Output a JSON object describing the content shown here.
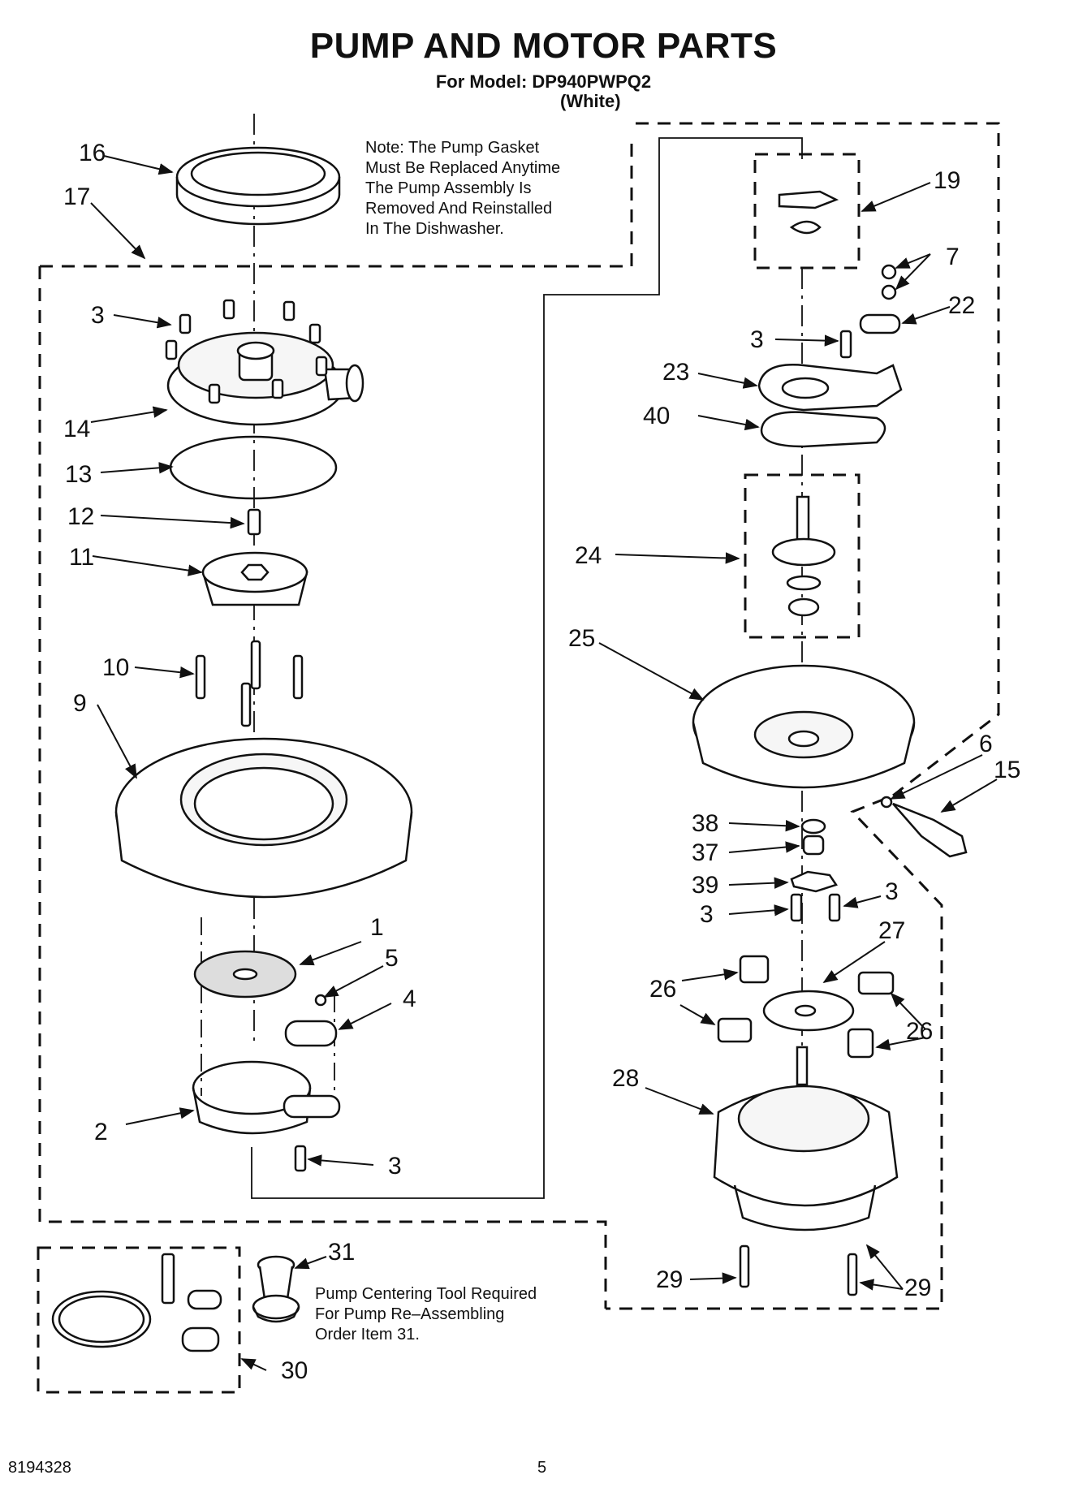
{
  "header": {
    "title": "PUMP AND MOTOR PARTS",
    "model_line": "For Model: DP940PWPQ2",
    "variant": "(White)"
  },
  "notes": {
    "gasket": [
      "Note: The Pump Gasket",
      "Must Be Replaced Anytime",
      "The Pump Assembly Is",
      "Removed And Reinstalled",
      "In The Dishwasher."
    ],
    "tool": [
      "Pump Centering Tool Required",
      "For Pump Re–Assembling",
      "Order Item 31."
    ]
  },
  "callouts": {
    "c16": "16",
    "c17": "17",
    "c3a": "3",
    "c14": "14",
    "c13": "13",
    "c12": "12",
    "c11": "11",
    "c10": "10",
    "c9": "9",
    "c1": "1",
    "c5": "5",
    "c4": "4",
    "c2": "2",
    "c3b": "3",
    "c19": "19",
    "c7": "7",
    "c22": "22",
    "c3c": "3",
    "c23": "23",
    "c40": "40",
    "c24": "24",
    "c25": "25",
    "c6": "6",
    "c15": "15",
    "c38": "38",
    "c37": "37",
    "c39": "39",
    "c3d": "3",
    "c3e": "3",
    "c27": "27",
    "c26a": "26",
    "c26b": "26",
    "c28": "28",
    "c29a": "29",
    "c29b": "29",
    "c31": "31",
    "c30": "30"
  },
  "footer": {
    "doc_number": "8194328",
    "page_number": "5"
  }
}
